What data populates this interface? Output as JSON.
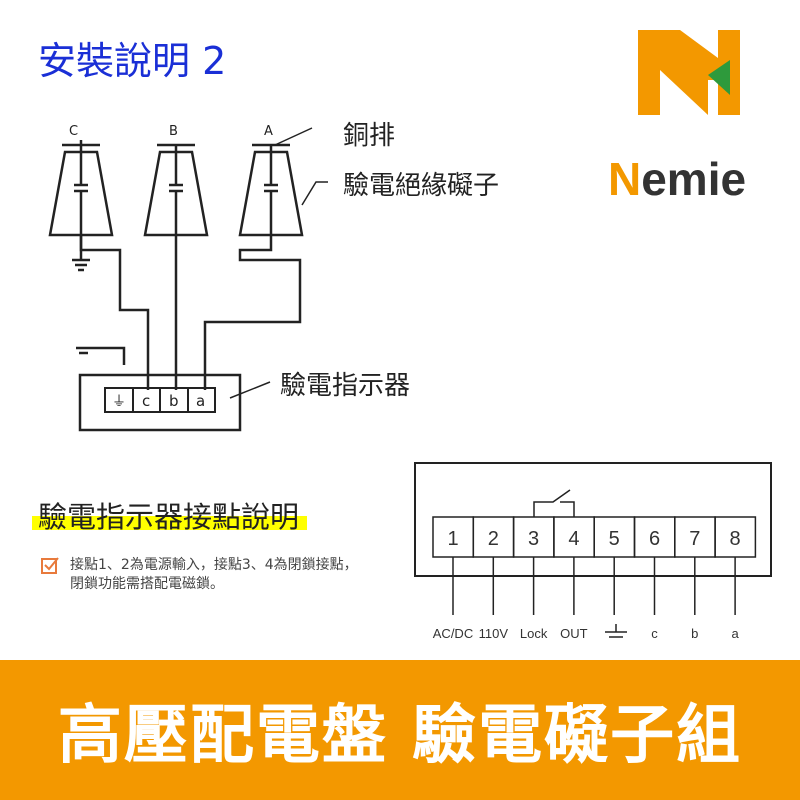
{
  "title": "安裝說明 2",
  "brand": {
    "name": "Nemie",
    "colors": {
      "orange": "#F39800",
      "green": "#2e9a3c"
    }
  },
  "diagram": {
    "phases": [
      "C",
      "B",
      "A"
    ],
    "labels": {
      "busbar": "銅排",
      "insulator": "驗電絕緣礙子",
      "indicator": "驗電指示器"
    },
    "indicator_terminals": [
      "⏚",
      "c",
      "b",
      "a"
    ]
  },
  "section_title": "驗電指示器接點說明",
  "note": {
    "icon": "checkbox-icon",
    "line1": "接點1、2為電源輸入，接點3、4為閉鎖接點，",
    "line2": "閉鎖功能需搭配電磁鎖。"
  },
  "terminal_block": {
    "numbers": [
      "1",
      "2",
      "3",
      "4",
      "5",
      "6",
      "7",
      "8"
    ],
    "labels": [
      "AC/DC",
      "110V",
      "Lock",
      "OUT",
      "⏚",
      "c",
      "b",
      "a"
    ]
  },
  "banner": "高壓配電盤 驗電礙子組"
}
